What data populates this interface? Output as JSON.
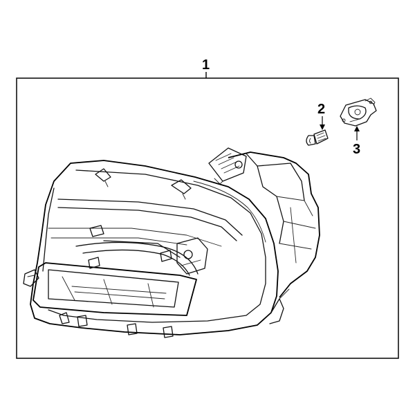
{
  "callouts": {
    "c1": "1",
    "c2": "2",
    "c3": "3"
  },
  "parts": [
    {
      "id": "1",
      "name": "headlamp-assembly"
    },
    {
      "id": "2",
      "name": "bulb"
    },
    {
      "id": "3",
      "name": "bulb-socket"
    }
  ],
  "colors": {
    "line": "#111111",
    "background": "#ffffff"
  }
}
